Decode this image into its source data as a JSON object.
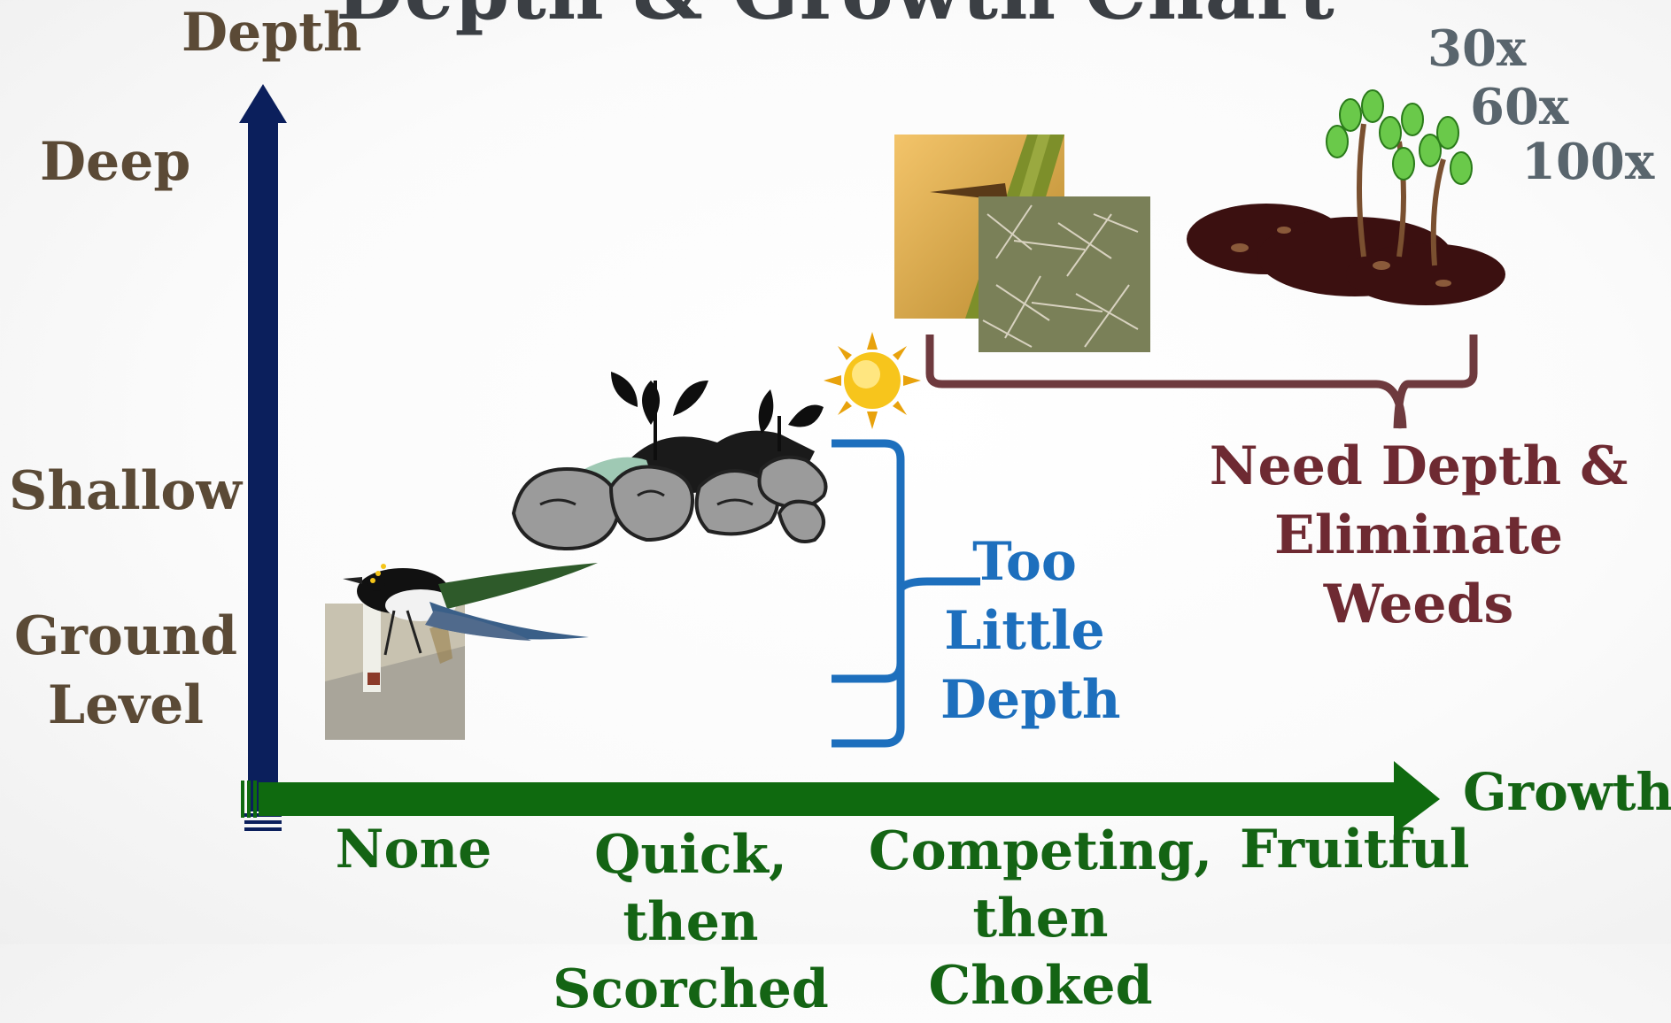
{
  "title": "Depth & Growth Chart",
  "y_axis": {
    "name": "Depth",
    "levels": [
      "Deep",
      "Shallow",
      "Ground Level"
    ]
  },
  "x_axis": {
    "name": "Growth",
    "categories": [
      "None",
      "Quick, then Scorched",
      "Competing, then Choked",
      "Fruitful"
    ]
  },
  "multipliers": [
    "30x",
    "60x",
    "100x"
  ],
  "annotations": {
    "too_little_depth": "Too Little Depth",
    "need_depth": "Need Depth & Eliminate Weeds"
  },
  "colors": {
    "y_axis": "#0b1f5c",
    "x_axis": "#0f6a0f",
    "depth_text": "#5b4a36",
    "growth_text": "#146414",
    "blue_bracket": "#1d6fbd",
    "maroon_bracket": "#6e3a3e",
    "multiplier_text": "#59656d"
  },
  "icons": [
    "path-bird-icon",
    "rocky-soil-icon",
    "sun-icon",
    "thorn-stem-icon",
    "cactus-spines-icon",
    "good-soil-sprouts-icon"
  ]
}
